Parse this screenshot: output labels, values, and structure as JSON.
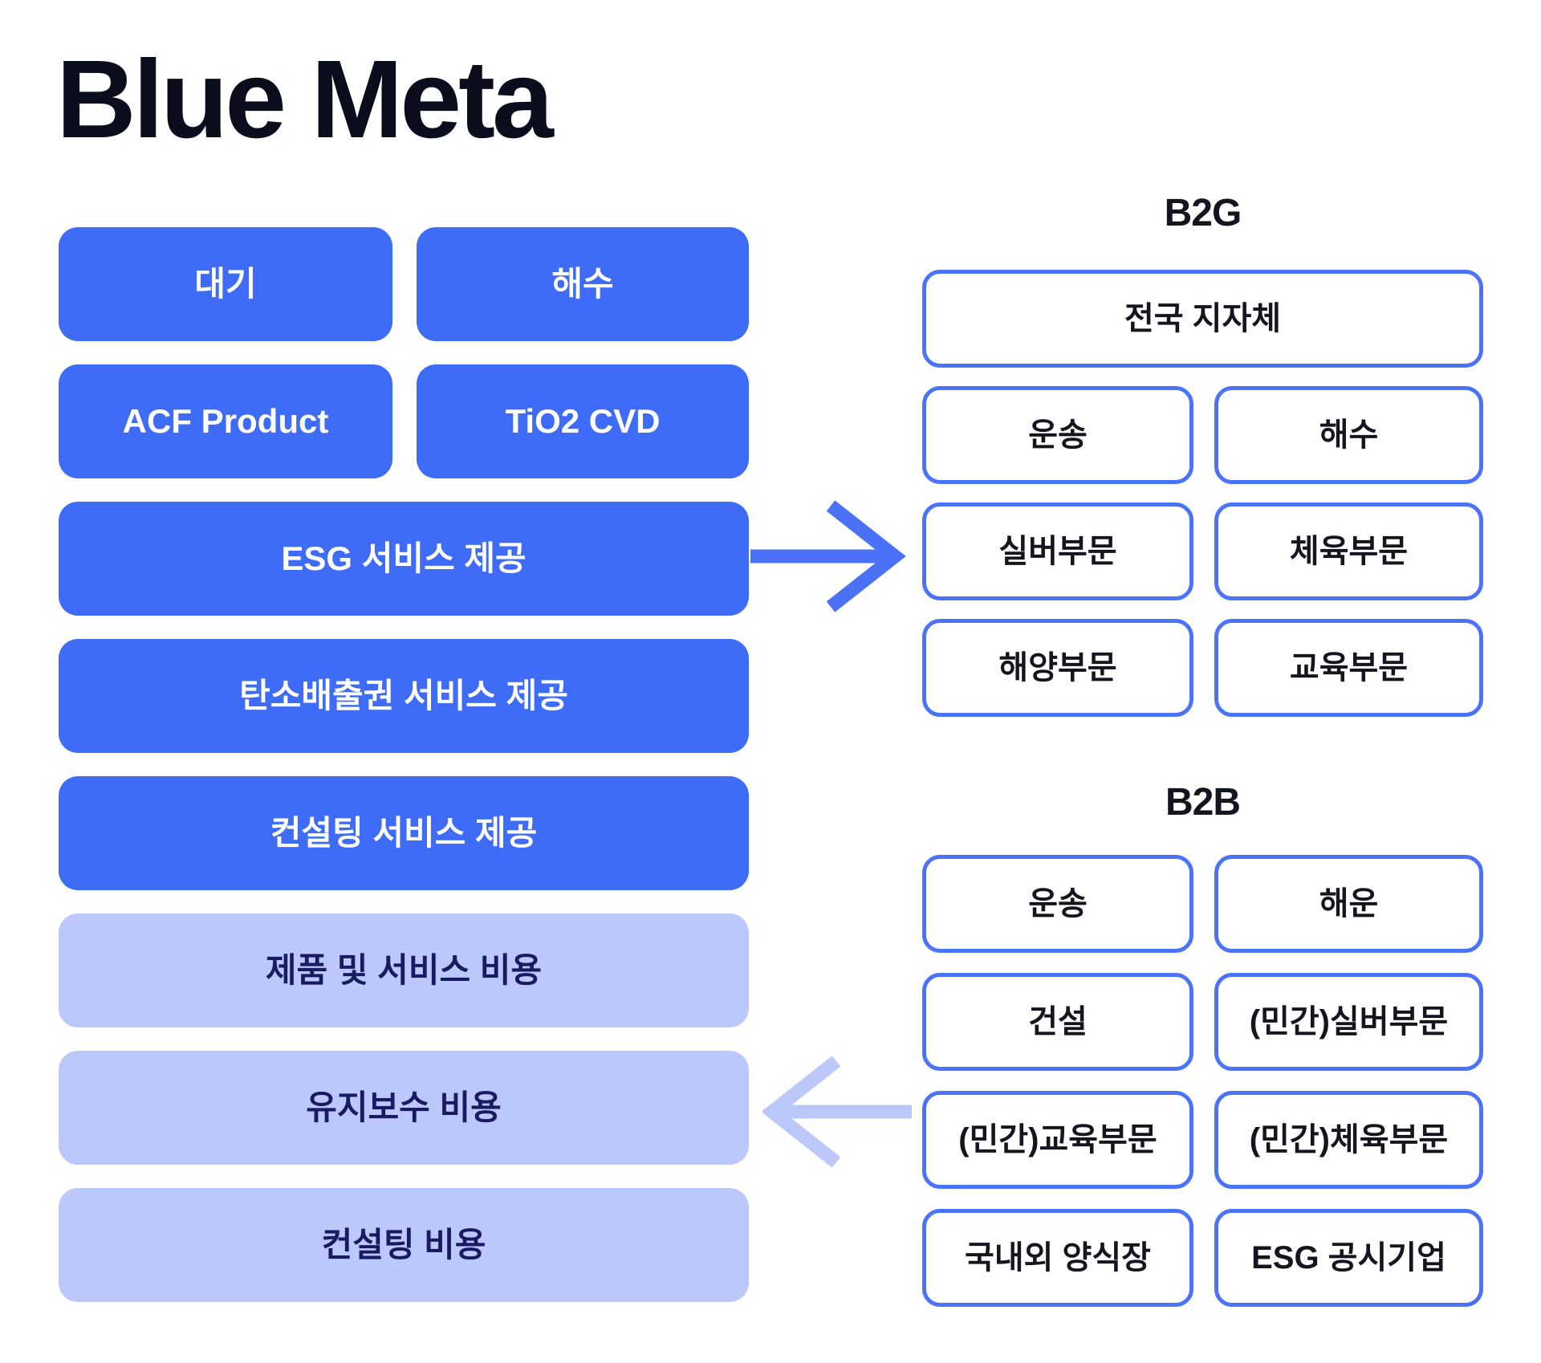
{
  "logo": "Blue Meta",
  "left_column": {
    "row1": {
      "left": "대기",
      "right": "해수"
    },
    "row2": {
      "left": "ACF Product",
      "right": "TiO2 CVD"
    },
    "service_boxes": [
      "ESG 서비스 제공",
      "탄소배출권 서비스 제공",
      "컨설팅 서비스 제공"
    ],
    "cost_boxes": [
      "제품 및 서비스 비용",
      "유지보수 비용",
      "컨설팅 비용"
    ]
  },
  "b2g": {
    "title": "B2G",
    "top_box": "전국 지자체",
    "rows": [
      [
        "운송",
        "해수"
      ],
      [
        "실버부문",
        "체육부문"
      ],
      [
        "해양부문",
        "교육부문"
      ]
    ]
  },
  "b2b": {
    "title": "B2B",
    "rows": [
      [
        "운송",
        "해운"
      ],
      [
        "건설",
        "(민간)실버부문"
      ],
      [
        "(민간)교육부문",
        "(민간)체육부문"
      ],
      [
        "국내외 양식장",
        "ESG 공시기업"
      ]
    ]
  },
  "icons": {
    "arrow_to_b2g": "right-arrow",
    "arrow_to_costs": "left-arrow"
  },
  "colors": {
    "primary_blue": "#3E6CF6",
    "outline_blue": "#4A73F8",
    "arrow_blue": "#4A71F6",
    "light_lavender": "#BDC8FA",
    "light_box_text": "#181A64",
    "dark_text": "#14161F",
    "logo_navy": "#0A0D1C",
    "box_text_white": "#FFFFFF",
    "background": "#FFFFFF"
  }
}
